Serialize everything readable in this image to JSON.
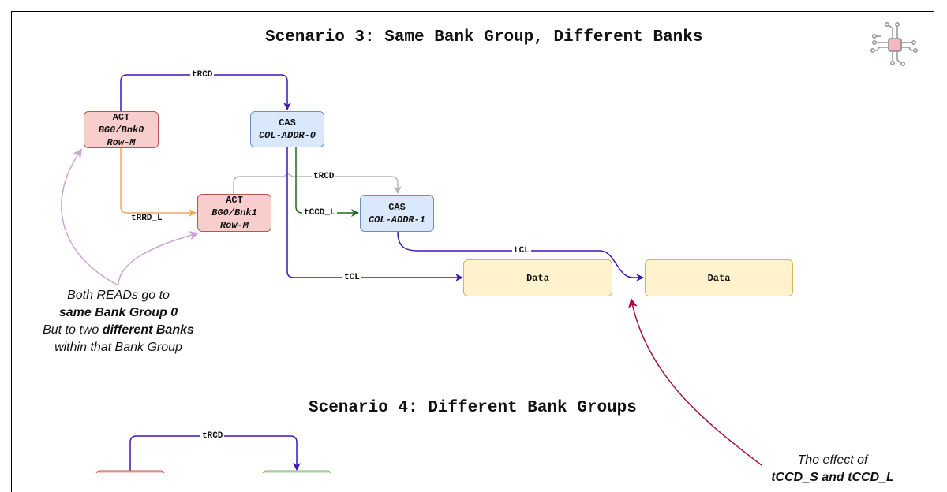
{
  "scenario3": {
    "title": "Scenario 3: Same Bank Group, Different Banks",
    "act0": {
      "label": "ACT",
      "line1": "BG0/Bnk0",
      "line2": "Row-M"
    },
    "cas0": {
      "label": "CAS",
      "line1": "COL-ADDR-0"
    },
    "act1": {
      "label": "ACT",
      "line1": "BG0/Bnk1",
      "line2": "Row-M"
    },
    "cas1": {
      "label": "CAS",
      "line1": "COL-ADDR-1"
    },
    "data0": "Data",
    "data1": "Data",
    "edges": {
      "trcd_top": "tRCD",
      "trcd_mid": "tRCD",
      "trrd_l": "tRRD_L",
      "tccd_l": "tCCD_L",
      "tcl_0": "tCL",
      "tcl_1": "tCL"
    },
    "note": {
      "line1": "Both READs go to",
      "line2": "same Bank Group 0",
      "line3_pre": "But to two ",
      "line3_bold": "different Banks",
      "line4": "within that Bank Group"
    }
  },
  "scenario4": {
    "title": "Scenario 4: Different Bank Groups",
    "edges": {
      "trcd": "tRCD"
    }
  },
  "effect_note": {
    "line1": "The effect of",
    "line2": "tCCD_S and tCCD_L"
  },
  "colors": {
    "act_fill": "#f8cecc",
    "cas_fill": "#dae8fc",
    "data_fill": "#fff2cc",
    "purple_arrow": "#3f15b7",
    "green_arrow": "#1a6b1a",
    "orange_arrow": "#f5a55a",
    "gray_arrow": "#b5b5b5",
    "pink_arrow": "#cfa3d6",
    "crimson_arrow": "#a3114a"
  },
  "icons": [
    "chip-icon"
  ]
}
